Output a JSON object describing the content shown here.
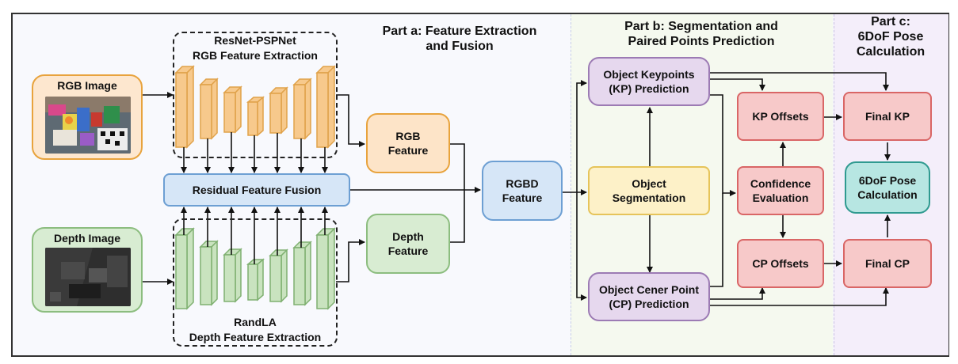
{
  "parts": {
    "a": {
      "line1": "Part a: Feature Extraction",
      "line2": "and Fusion"
    },
    "b": {
      "line1": "Part b: Segmentation and",
      "line2": "Paired Points Prediction"
    },
    "c": {
      "line1": "Part c:",
      "line2": "6DoF Pose",
      "line3": "Calculation"
    }
  },
  "inputs": {
    "rgb_image": "RGB Image",
    "depth_image": "Depth Image"
  },
  "encoders": {
    "rgb": {
      "line1": "ResNet-PSPNet",
      "line2": "RGB Feature Extraction"
    },
    "depth": {
      "line1": "RandLA",
      "line2": "Depth Feature Extraction"
    }
  },
  "nodes": {
    "fusion": "Residual Feature Fusion",
    "rgb_feature": {
      "line1": "RGB",
      "line2": "Feature"
    },
    "depth_feature": {
      "line1": "Depth",
      "line2": "Feature"
    },
    "rgbd_feature": {
      "line1": "RGBD",
      "line2": "Feature"
    },
    "kp_pred": {
      "line1": "Object Keypoints",
      "line2": "(KP) Prediction"
    },
    "segmentation": {
      "line1": "Object",
      "line2": "Segmentation"
    },
    "cp_pred": {
      "line1": "Object Cener Point",
      "line2": "(CP) Prediction"
    },
    "kp_offsets": "KP Offsets",
    "confidence": {
      "line1": "Confidence",
      "line2": "Evaluation"
    },
    "cp_offsets": "CP Offsets",
    "final_kp": "Final KP",
    "pose": {
      "line1": "6DoF Pose",
      "line2": "Calculation"
    },
    "final_cp": "Final CP"
  },
  "colors": {
    "orange_fill": "#fde4c8",
    "orange_border": "#e8a33d",
    "green_fill": "#d8ecd2",
    "green_border": "#8cbd7f",
    "blue_fill": "#d6e6f7",
    "blue_border": "#6d9fd3",
    "yellow_fill": "#fdf1c8",
    "yellow_border": "#e6c45a",
    "purple_fill": "#e6d8ee",
    "purple_border": "#9c7bb4",
    "red_fill": "#f7c9c9",
    "red_border": "#d96666",
    "teal_fill": "#b7e6e2",
    "teal_border": "#2f9a90"
  }
}
